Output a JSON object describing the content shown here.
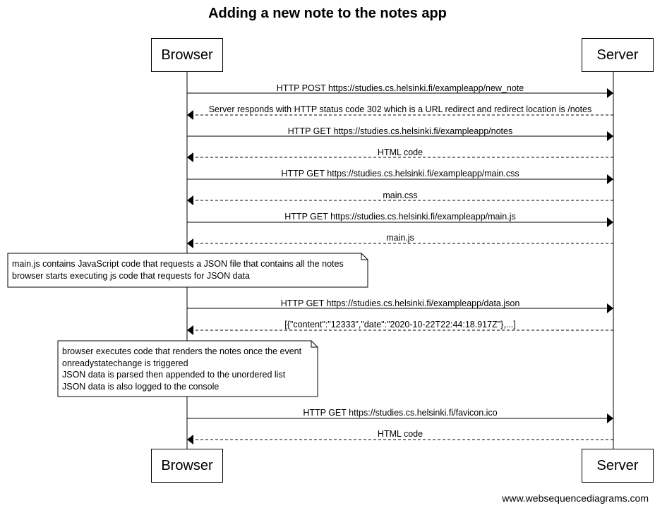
{
  "title": "Adding a new note to the notes app",
  "participants": [
    "Browser",
    "Server"
  ],
  "messages": [
    {
      "from": "Browser",
      "to": "Server",
      "dashed": false,
      "label": "HTTP POST https://studies.cs.helsinki.fi/exampleapp/new_note"
    },
    {
      "from": "Server",
      "to": "Browser",
      "dashed": true,
      "label": "Server responds with HTTP status code 302 which is a URL redirect and redirect location is /notes"
    },
    {
      "from": "Browser",
      "to": "Server",
      "dashed": false,
      "label": "HTTP GET https://studies.cs.helsinki.fi/exampleapp/notes"
    },
    {
      "from": "Server",
      "to": "Browser",
      "dashed": true,
      "label": "HTML code"
    },
    {
      "from": "Browser",
      "to": "Server",
      "dashed": false,
      "label": "HTTP GET https://studies.cs.helsinki.fi/exampleapp/main.css"
    },
    {
      "from": "Server",
      "to": "Browser",
      "dashed": true,
      "label": "main.css"
    },
    {
      "from": "Browser",
      "to": "Server",
      "dashed": false,
      "label": "HTTP GET https://studies.cs.helsinki.fi/exampleapp/main.js"
    },
    {
      "from": "Server",
      "to": "Browser",
      "dashed": true,
      "label": "main.js"
    },
    {
      "from": "Browser",
      "to": "Server",
      "dashed": false,
      "label": "HTTP GET https://studies.cs.helsinki.fi/exampleapp/data.json"
    },
    {
      "from": "Server",
      "to": "Browser",
      "dashed": true,
      "label": "[{\"content\":\"12333\",\"date\":\"2020-10-22T22:44:18.917Z\"},...]"
    },
    {
      "from": "Browser",
      "to": "Server",
      "dashed": false,
      "label": "HTTP GET https://studies.cs.helsinki.fi/favicon.ico"
    },
    {
      "from": "Server",
      "to": "Browser",
      "dashed": true,
      "label": "HTML code"
    }
  ],
  "notes": [
    {
      "over": "Browser",
      "lines": [
        "main.js contains JavaScript code that requests a JSON file that contains all the notes",
        "browser starts executing js code that requests for JSON data"
      ]
    },
    {
      "over": "Browser",
      "lines": [
        "browser executes code that renders the notes once the event",
        "onreadystatechange is triggered",
        "JSON data is parsed then appended to the unordered list",
        "JSON data is also logged to the console"
      ]
    }
  ],
  "footer": "www.websequencediagrams.com"
}
